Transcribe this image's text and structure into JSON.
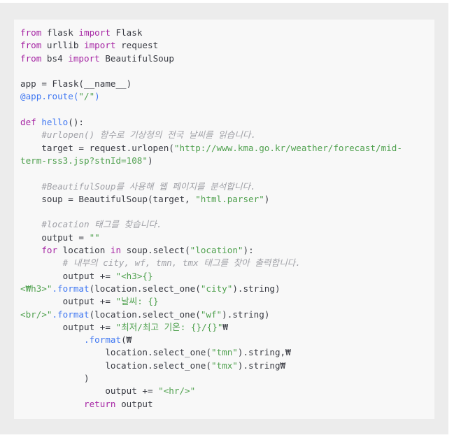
{
  "code_block": {
    "language": "python",
    "colors": {
      "frame_background": "#ececec",
      "panel_background": "#f8f8f8",
      "keyword": "#a626a4",
      "function": "#4078f2",
      "string": "#50a14f",
      "comment": "#a0a1a7",
      "text": "#383a42"
    },
    "lines": [
      [
        {
          "t": "keyword",
          "v": "from"
        },
        {
          "t": "text",
          "v": " flask "
        },
        {
          "t": "keyword",
          "v": "import"
        },
        {
          "t": "text",
          "v": " Flask"
        }
      ],
      [
        {
          "t": "keyword",
          "v": "from"
        },
        {
          "t": "text",
          "v": " urllib "
        },
        {
          "t": "keyword",
          "v": "import"
        },
        {
          "t": "text",
          "v": " request"
        }
      ],
      [
        {
          "t": "keyword",
          "v": "from"
        },
        {
          "t": "text",
          "v": " bs4 "
        },
        {
          "t": "keyword",
          "v": "import"
        },
        {
          "t": "text",
          "v": " BeautifulSoup"
        }
      ],
      [],
      [
        {
          "t": "text",
          "v": "app = Flask(__name__)"
        }
      ],
      [
        {
          "t": "decorator",
          "v": "@app.route("
        },
        {
          "t": "string",
          "v": "\"/\""
        },
        {
          "t": "decorator",
          "v": ")"
        }
      ],
      [],
      [
        {
          "t": "keyword",
          "v": "def"
        },
        {
          "t": "text",
          "v": " "
        },
        {
          "t": "function",
          "v": "hello"
        },
        {
          "t": "text",
          "v": "():"
        }
      ],
      [
        {
          "t": "text",
          "v": "    "
        },
        {
          "t": "comment",
          "v": "#urlopen() 함수로 기상청의 전국 날씨를 읽습니다."
        }
      ],
      [
        {
          "t": "text",
          "v": "    target = request.urlopen("
        },
        {
          "t": "string",
          "v": "\"http://www.kma.go.kr/weather/forecast/mid-"
        }
      ],
      [
        {
          "t": "string",
          "v": "term-rss3.jsp?stnId=108\""
        },
        {
          "t": "text",
          "v": ")"
        }
      ],
      [],
      [
        {
          "t": "text",
          "v": "    "
        },
        {
          "t": "comment",
          "v": "#BeautifulSoup를 사용해 웹 페이지를 분석합니다."
        }
      ],
      [
        {
          "t": "text",
          "v": "    soup = BeautifulSoup(target, "
        },
        {
          "t": "string",
          "v": "\"html.parser\""
        },
        {
          "t": "text",
          "v": ")"
        }
      ],
      [],
      [
        {
          "t": "text",
          "v": "    "
        },
        {
          "t": "comment",
          "v": "#location 태그를 찾습니다."
        }
      ],
      [
        {
          "t": "text",
          "v": "    output = "
        },
        {
          "t": "string",
          "v": "\"\""
        }
      ],
      [
        {
          "t": "text",
          "v": "    "
        },
        {
          "t": "keyword",
          "v": "for"
        },
        {
          "t": "text",
          "v": " location "
        },
        {
          "t": "keyword",
          "v": "in"
        },
        {
          "t": "text",
          "v": " soup.select("
        },
        {
          "t": "string",
          "v": "\"location\""
        },
        {
          "t": "text",
          "v": "):"
        }
      ],
      [
        {
          "t": "text",
          "v": "        "
        },
        {
          "t": "comment",
          "v": "# 내부의 city, wf, tmn, tmx 태그를 찾아 출력합니다."
        }
      ],
      [
        {
          "t": "text",
          "v": "        output += "
        },
        {
          "t": "string",
          "v": "\"<h3>{}"
        }
      ],
      [
        {
          "t": "string",
          "v": "<₩h3>\""
        },
        {
          "t": "function",
          "v": ".format"
        },
        {
          "t": "text",
          "v": "(location.select_one("
        },
        {
          "t": "string",
          "v": "\"city\""
        },
        {
          "t": "text",
          "v": ").string)"
        }
      ],
      [
        {
          "t": "text",
          "v": "        output += "
        },
        {
          "t": "string",
          "v": "\"날씨: {}"
        }
      ],
      [
        {
          "t": "string",
          "v": "<br/>\""
        },
        {
          "t": "function",
          "v": ".format"
        },
        {
          "t": "text",
          "v": "(location.select_one("
        },
        {
          "t": "string",
          "v": "\"wf\""
        },
        {
          "t": "text",
          "v": ").string)"
        }
      ],
      [
        {
          "t": "text",
          "v": "        output += "
        },
        {
          "t": "string",
          "v": "\"최저/최고 기온: {}/{}\""
        },
        {
          "t": "text",
          "v": "₩"
        }
      ],
      [
        {
          "t": "text",
          "v": "            "
        },
        {
          "t": "function",
          "v": ".format"
        },
        {
          "t": "text",
          "v": "(₩"
        }
      ],
      [
        {
          "t": "text",
          "v": "                location.select_one("
        },
        {
          "t": "string",
          "v": "\"tmn\""
        },
        {
          "t": "text",
          "v": ").string,₩"
        }
      ],
      [
        {
          "t": "text",
          "v": "                location.select_one("
        },
        {
          "t": "string",
          "v": "\"tmx\""
        },
        {
          "t": "text",
          "v": ").string₩"
        }
      ],
      [
        {
          "t": "text",
          "v": "            )"
        }
      ],
      [
        {
          "t": "text",
          "v": "                output += "
        },
        {
          "t": "string",
          "v": "\"<hr/>\""
        }
      ],
      [
        {
          "t": "text",
          "v": "            "
        },
        {
          "t": "keyword",
          "v": "return"
        },
        {
          "t": "text",
          "v": " output"
        }
      ]
    ]
  }
}
